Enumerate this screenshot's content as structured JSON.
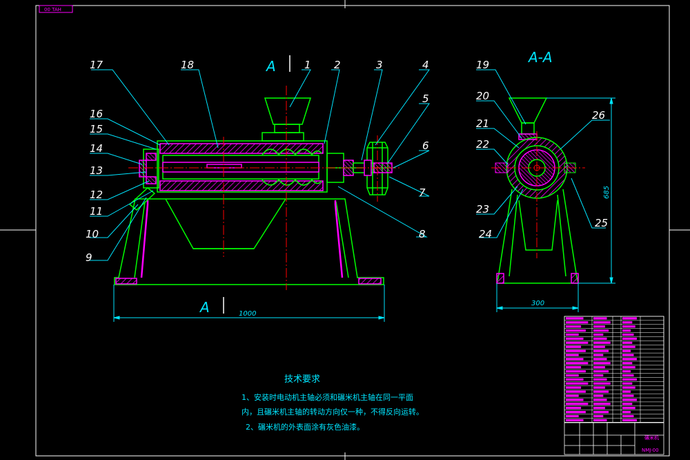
{
  "sheet": {
    "code_stamp": "00 TAH"
  },
  "section": {
    "marker": "A",
    "view_title": "A-A"
  },
  "callouts_front": [
    "17",
    "18",
    "16",
    "15",
    "14",
    "13",
    "12",
    "11",
    "10",
    "9",
    "1",
    "2",
    "3",
    "4",
    "5",
    "6",
    "7",
    "8"
  ],
  "callouts_section": [
    "19",
    "20",
    "21",
    "22",
    "23",
    "24",
    "26",
    "25"
  ],
  "dimensions": {
    "length": "1000",
    "width": "300",
    "height": "685"
  },
  "requirements": {
    "title": "技术要求",
    "lines": [
      "1、安装时电动机主轴必须和碾米机主轴在同一平面",
      "内，且碾米机主轴的转动方向仅一种，不得反向运转。",
      "2、碾米机的外表面涂有灰色油漆。"
    ]
  },
  "title_block": {
    "drawing_no": "NMJ-00",
    "name": "碾米机"
  },
  "colors": {
    "background": "#000000",
    "frame": "#ffffff",
    "part": "#00ff00",
    "hatch": "#ff00ff",
    "dimension": "#00e5ff",
    "centerline": "#ff0000",
    "leader": "#00e5ff",
    "part_number": "#ffffff"
  }
}
